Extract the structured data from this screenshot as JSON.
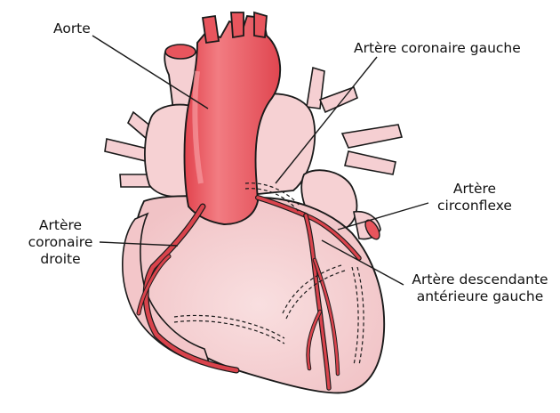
{
  "labels": {
    "aorta": "Aorte",
    "left_coronary": "Artère coronaire gauche",
    "circumflex_line1": "Artère",
    "circumflex_line2": "circonflexe",
    "right_coronary_line1": "Artère",
    "right_coronary_line2": "coronaire",
    "right_coronary_line3": "droite",
    "lad_line1": "Artère descendante",
    "lad_line2": "antérieure gauche"
  },
  "colors": {
    "heart_fill": "#f6d1d3",
    "heart_shadow": "#eab2b6",
    "artery_red": "#e8555d",
    "artery_dark": "#c43a44",
    "outline": "#1a1a1a"
  }
}
